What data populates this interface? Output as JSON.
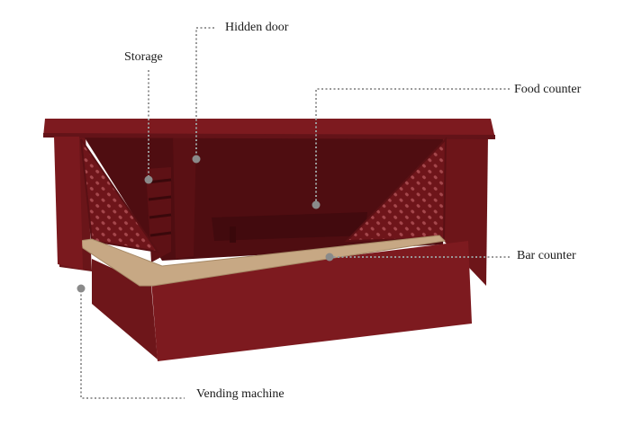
{
  "labels": {
    "storage": "Storage",
    "hidden_door": "Hidden door",
    "food_counter": "Food counter",
    "bar_counter": "Bar counter",
    "vending_machine": "Vending machine"
  },
  "colors": {
    "kiosk_body": "#7d1a1f",
    "kiosk_dark": "#4f0d11",
    "kiosk_shade": "#651418",
    "counter_top": "#c7a884",
    "leader_line": "#9a9a9a",
    "marker": "#8a8a8a"
  }
}
